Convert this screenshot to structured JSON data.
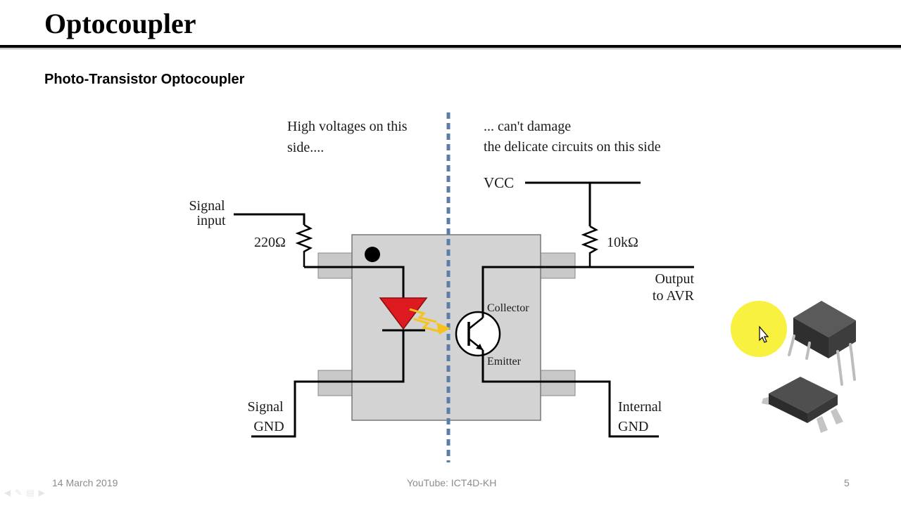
{
  "slide": {
    "title": "Optocoupler",
    "subtitle": "Photo-Transistor Optocoupler"
  },
  "diagram": {
    "left_note_line1": "High voltages on this",
    "left_note_line2": "side....",
    "right_note_line1": "... can't damage",
    "right_note_line2": "the delicate circuits on this side",
    "vcc_label": "VCC",
    "signal_input_line1": "Signal",
    "signal_input_line2": "input",
    "input_resistor_label": "220Ω",
    "pullup_resistor_label": "10kΩ",
    "output_line1": "Output",
    "output_line2": "to AVR",
    "collector_label": "Collector",
    "emitter_label": "Emitter",
    "signal_gnd_line1": "Signal",
    "signal_gnd_line2": "GND",
    "internal_gnd_line1": "Internal",
    "internal_gnd_line2": "GND",
    "colors": {
      "led": "#dd1a1f",
      "light_arrow": "#f6c21b",
      "isolation_line": "#5b7ea6",
      "package": "#d3d3d3",
      "cursor_highlight": "#f7ef2a"
    }
  },
  "footer": {
    "date": "14 March 2019",
    "source": "YouTube: ICT4D-KH",
    "page": "5"
  }
}
